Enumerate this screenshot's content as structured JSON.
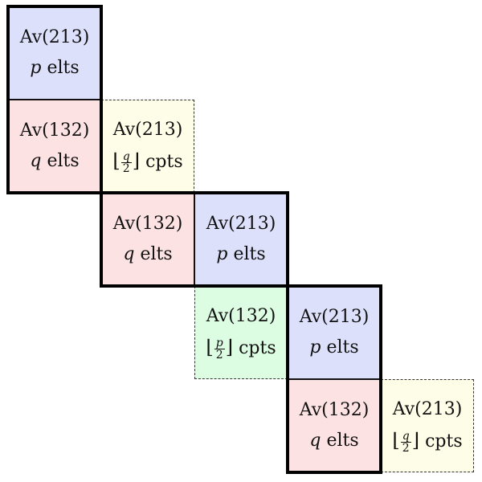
{
  "cells": [
    {
      "id": "r1c1",
      "title": "Av(213)",
      "var": "p",
      "suffix": "elts",
      "color": "#dde0fb"
    },
    {
      "id": "r2c1",
      "title": "Av(132)",
      "var": "q",
      "suffix": "elts",
      "color": "#fde2e3"
    },
    {
      "id": "r2c2",
      "title": "Av(213)",
      "frac_num": "q",
      "frac_den": "2",
      "suffix": "cpts",
      "color": "#fefde7"
    },
    {
      "id": "r3c2",
      "title": "Av(132)",
      "var": "q",
      "suffix": "elts",
      "color": "#fde2e3"
    },
    {
      "id": "r3c3",
      "title": "Av(213)",
      "var": "p",
      "suffix": "elts",
      "color": "#dde0fb"
    },
    {
      "id": "r4c3",
      "title": "Av(132)",
      "frac_num": "p",
      "frac_den": "2",
      "suffix": "cpts",
      "color": "#ddfde3"
    },
    {
      "id": "r4c4",
      "title": "Av(213)",
      "var": "p",
      "suffix": "elts",
      "color": "#dde0fb"
    },
    {
      "id": "r5c4",
      "title": "Av(132)",
      "var": "q",
      "suffix": "elts",
      "color": "#fde2e3"
    },
    {
      "id": "r5c5",
      "title": "Av(213)",
      "frac_num": "q",
      "frac_den": "2",
      "suffix": "cpts",
      "color": "#fefde7"
    }
  ]
}
